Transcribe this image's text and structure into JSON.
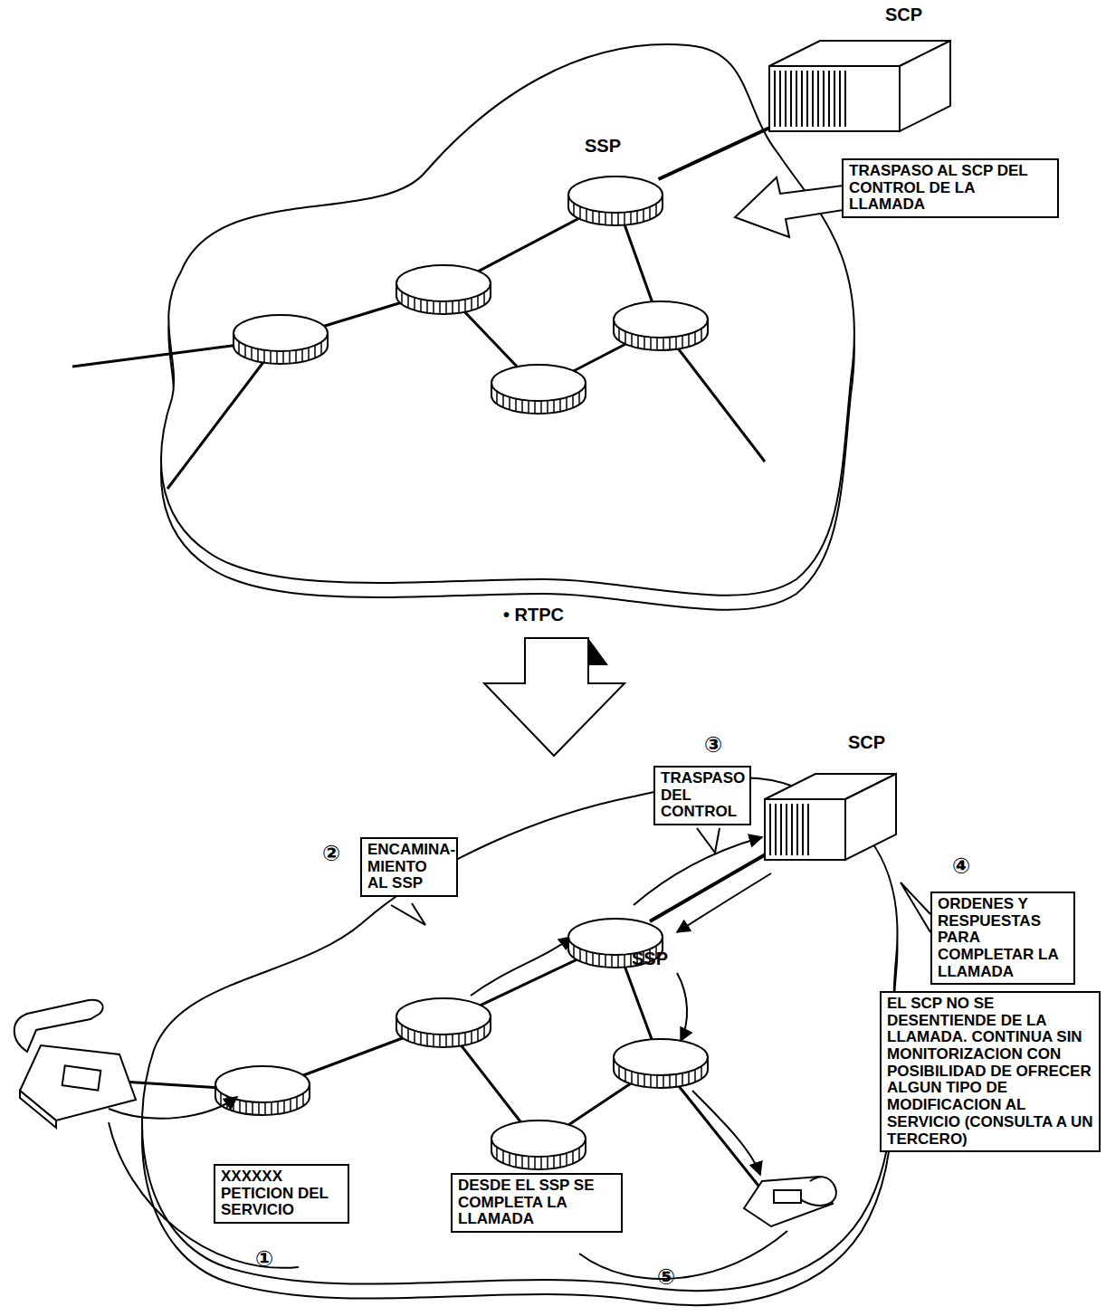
{
  "diagram": {
    "nodes": [
      {
        "text": [
          "SCP"
        ]
      },
      {
        "text": [
          "SSP"
        ]
      },
      {
        "text": [
          "TRASPASO AL SCP DEL CONTROL DE LA LLAMADA"
        ]
      },
      {
        "text": [
          "SCP"
        ]
      },
      {
        "text": [
          "TRASPASO DEL CONTROL"
        ]
      },
      {
        "text": [
          "ENCAMINA- MIENTO AL SSP"
        ]
      },
      {
        "text": [
          "SSP"
        ]
      },
      {
        "text": [
          "ORDENES Y RESPUESTAS PARA COMPLETAR LA LLAMADA"
        ]
      },
      {
        "text": [
          "EL SCP NO SE DESENTIENDE DE LA LLAMADA. CONTINUA SIN MONITORIZACION CON POSIBILIDAD DE OFRECER ALGUN TIPO DE MODIFICACION AL SERVICIO (CONSULTA A UN TERCERO)"
        ]
      },
      {
        "text": [
          "XXXXXX PETICION DEL SERVICIO"
        ]
      },
      {
        "text": [
          "DESDE EL SSP SE COMPLETA LA LLAMADA"
        ]
      }
    ],
    "edges": [
      {
        "from": 1,
        "to": 0,
        "arrow": "none"
      },
      {
        "from": 6,
        "to": 3,
        "arrow": "none"
      }
    ],
    "labels": [
      "• RTPC",
      "③",
      "②",
      "④",
      "①",
      "⑤"
    ]
  }
}
